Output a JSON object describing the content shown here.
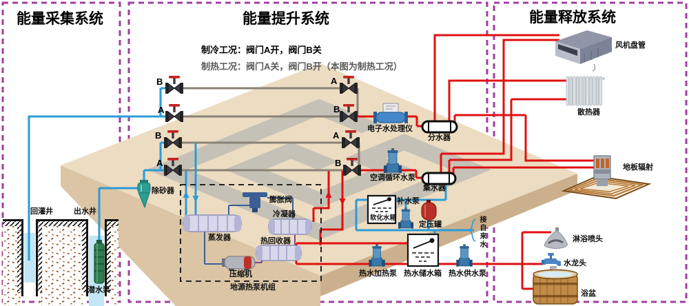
{
  "colors": {
    "hot_pipe": "#e01010",
    "cold_pipe": "#2b9bd7",
    "gray_pipe": "#8a8276",
    "section_border": "#a13ea1"
  },
  "sections": {
    "collection": {
      "title": "能量采集系统"
    },
    "boost": {
      "title": "能量提升系统",
      "note_cooling": "制冷工况：阀门A开，阀门B关",
      "note_heating": "制热工况：阀门A关，阀门B开（本图为制热工况）"
    },
    "release": {
      "title": "能量释放系统"
    }
  },
  "valves": {
    "a": "A",
    "b": "B"
  },
  "labels": {
    "well_recharge": "回灌井",
    "well_outlet": "出水井",
    "submersible_pump": "潜水泵",
    "sand_remover": "除砂器",
    "water_processor": "电子水处理仪",
    "distributor": "分水器",
    "ac_pump": "空调循环水泵",
    "collector": "集水器",
    "expansion_valve": "膨胀阀",
    "condenser": "冷凝器",
    "evaporator": "蒸发器",
    "heat_recovery": "热回收器",
    "compressor": "压缩机",
    "heat_pump_unit": "地源热泵机组",
    "softened_tank": "软化水箱",
    "makeup_pump": "补水泵",
    "pressure_tank": "定压罐",
    "tap_water": "接自来水",
    "hw_heating_pump": "热水加热泵",
    "hw_storage_tank": "热水储水箱",
    "hw_supply_pump": "热水供水泵",
    "fan_coil": "风机盘管",
    "radiator": "散热器",
    "floor_radiant": "地板辐射",
    "shower": "淋浴喷头",
    "faucet": "水龙头",
    "bathtub": "浴盆"
  }
}
